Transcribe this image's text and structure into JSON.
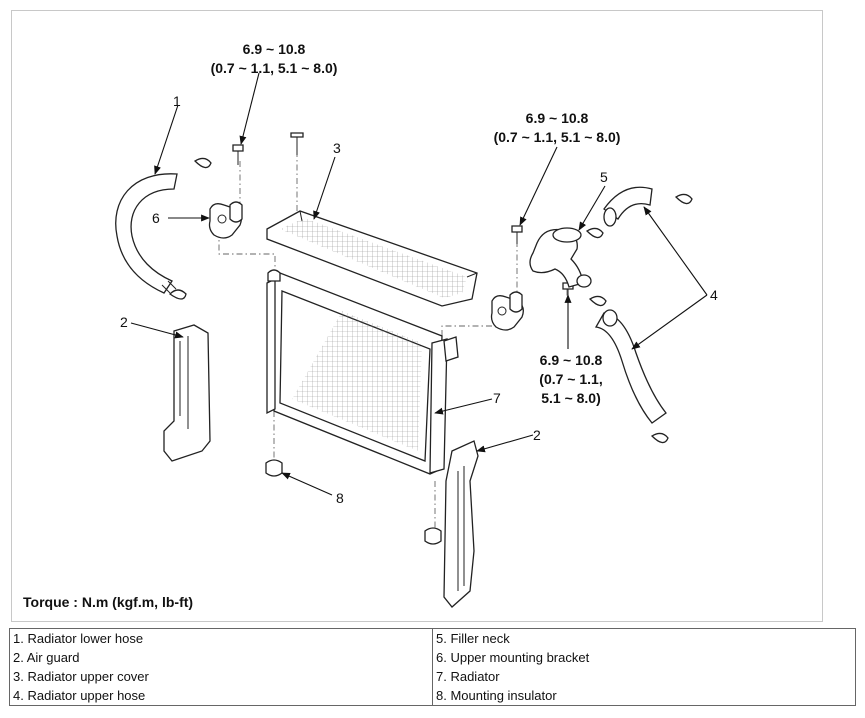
{
  "torques": {
    "top": [
      "6.9 ~ 10.8",
      "(0.7 ~ 1.1, 5.1 ~ 8.0)"
    ],
    "right": [
      "6.9 ~ 10.8",
      "(0.7 ~ 1.1, 5.1 ~ 8.0)"
    ],
    "lower": [
      "6.9 ~ 10.8",
      "(0.7 ~ 1.1,",
      "5.1 ~ 8.0)"
    ]
  },
  "callouts": {
    "n1": "1",
    "n2a": "2",
    "n2b": "2",
    "n3": "3",
    "n4": "4",
    "n5": "5",
    "n6": "6",
    "n7": "7",
    "n8": "8"
  },
  "torque_unit": "Torque : N.m (kgf.m, lb-ft)",
  "legend": {
    "left": [
      "1. Radiator lower hose",
      "2. Air guard",
      "3. Radiator upper cover",
      "4. Radiator upper hose"
    ],
    "right": [
      "5. Filler neck",
      "6. Upper mounting bracket",
      "7. Radiator",
      "8. Mounting insulator"
    ]
  }
}
